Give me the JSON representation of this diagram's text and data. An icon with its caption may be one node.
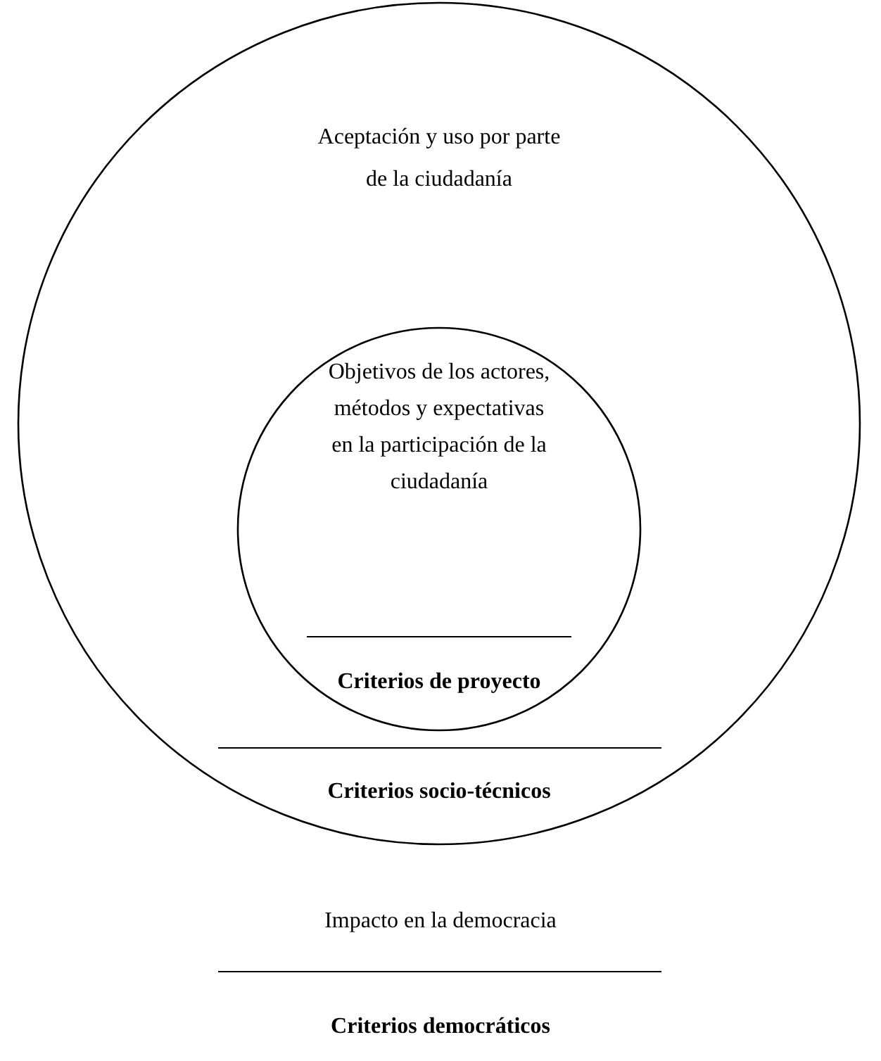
{
  "diagram": {
    "nodes": [
      {
        "text": [
          "Aceptación y uso por parte de la ciudadanía",
          "Criterios socio-técnicos"
        ]
      },
      {
        "text": [
          "Objetivos de los actores, métodos y expectativas en la participación de la ciudadanía",
          "Criterios de proyecto"
        ],
        "in": 0
      }
    ],
    "labels": [
      "Impacto en la democracia",
      "Criterios democráticos"
    ]
  }
}
